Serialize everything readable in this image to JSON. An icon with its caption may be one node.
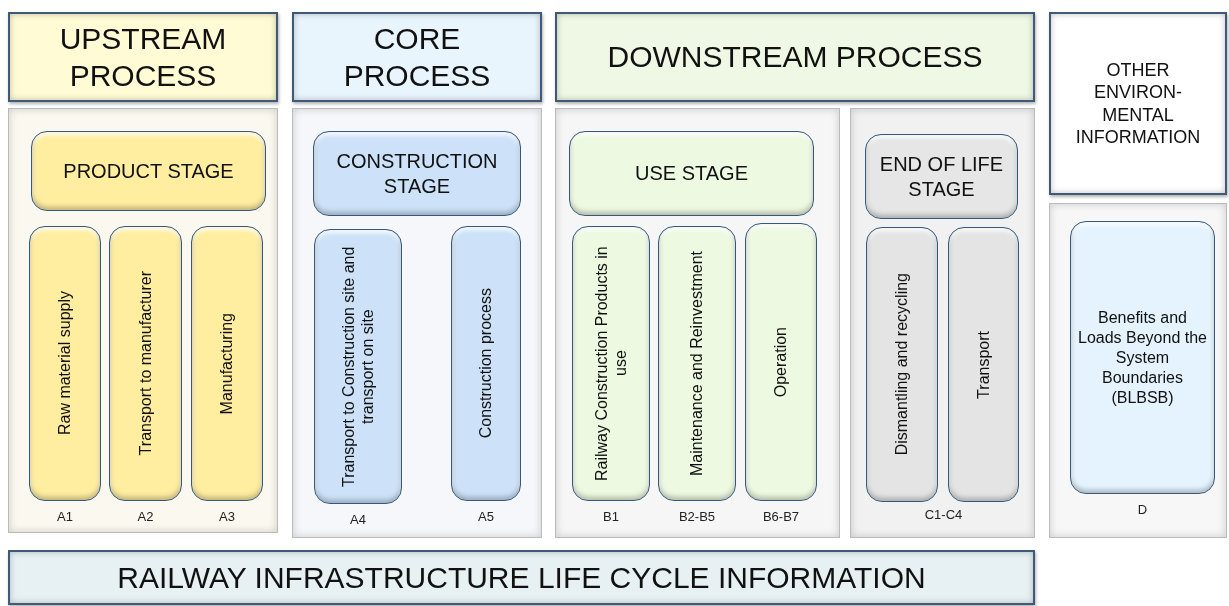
{
  "diagram": {
    "nodes": [
      {
        "text": [
          "UPSTREAM PROCESS"
        ]
      },
      {
        "text": [
          "CORE PROCESS"
        ]
      },
      {
        "text": [
          "DOWNSTREAM PROCESS"
        ]
      },
      {
        "text": [
          "OTHER ENVIRON- MENTAL INFORMATION"
        ]
      },
      {
        "text": [],
        "shape": "box"
      },
      {
        "text": [
          "PRODUCT STAGE"
        ],
        "in": 4
      },
      {
        "text": [
          "Raw material supply"
        ],
        "in": 4,
        "beside": [
          "A1"
        ]
      },
      {
        "text": [
          "Transport to manufacturer"
        ],
        "in": 4,
        "beside": [
          "A2"
        ]
      },
      {
        "text": [
          "Manufacturing"
        ],
        "in": 4,
        "beside": [
          "A3"
        ]
      },
      {
        "text": [],
        "shape": "box"
      },
      {
        "text": [
          "CONSTRUCTION STAGE"
        ],
        "in": 9
      },
      {
        "text": [
          "Transport to Construction site and transport on site"
        ],
        "in": 9,
        "beside": [
          "A4"
        ]
      },
      {
        "text": [
          "Construction process"
        ],
        "in": 9,
        "beside": [
          "A5"
        ]
      },
      {
        "text": [],
        "shape": "box"
      },
      {
        "text": [
          "USE STAGE"
        ],
        "in": 13
      },
      {
        "text": [
          "Railway Construction Products in use"
        ],
        "in": 13,
        "beside": [
          "B1"
        ]
      },
      {
        "text": [
          "Maintenance and Reinvestment"
        ],
        "in": 13,
        "beside": [
          "B2-B5"
        ]
      },
      {
        "text": [
          "Operation"
        ],
        "in": 13,
        "beside": [
          "B6-B7"
        ]
      },
      {
        "text": [],
        "shape": "box"
      },
      {
        "text": [
          "END OF LIFE STAGE"
        ],
        "in": 18
      },
      {
        "text": [
          "Dismantling and recycling"
        ],
        "in": 18
      },
      {
        "text": [
          "Transport"
        ],
        "in": 18
      },
      {
        "text": [],
        "shape": "box"
      },
      {
        "text": [
          "Benefits and Loads Beyond the System Boundaries (BLBSB)"
        ],
        "in": 22,
        "beside": [
          "D"
        ]
      },
      {
        "text": [
          "RAILWAY INFRASTRUCTURE LIFE CYCLE INFORMATION"
        ]
      }
    ],
    "labels": [
      "C1-C4"
    ]
  }
}
